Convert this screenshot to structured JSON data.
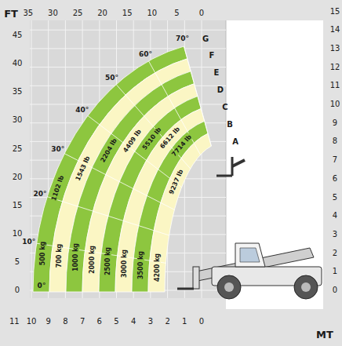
{
  "diagram": {
    "labels": [
      "FT",
      "35",
      "30",
      "25",
      "20",
      "15",
      "10",
      "5",
      "0",
      "45",
      "40",
      "35",
      "30",
      "25",
      "20",
      "15",
      "10",
      "5",
      "0",
      "15",
      "14",
      "13",
      "12",
      "11",
      "10",
      "9",
      "8",
      "7",
      "6",
      "5",
      "4",
      "3",
      "2",
      "1",
      "0",
      "11",
      "10",
      "9",
      "8",
      "7",
      "6",
      "5",
      "4",
      "3",
      "2",
      "1",
      "0",
      "MT",
      "70°",
      "60°",
      "50°",
      "40°",
      "30°",
      "20°",
      "10°",
      "0°",
      "G",
      "F",
      "E",
      "D",
      "C",
      "B",
      "A",
      "1102 lb",
      "1543 lb",
      "2204 lb",
      "4409 lb",
      "5510 lb",
      "6612 lb",
      "7714 lb",
      "9237 lb",
      "500 kg",
      "700 kg",
      "1000 kg",
      "2000 kg",
      "2500 kg",
      "3000 kg",
      "3500 kg",
      "4200 kg"
    ]
  }
}
